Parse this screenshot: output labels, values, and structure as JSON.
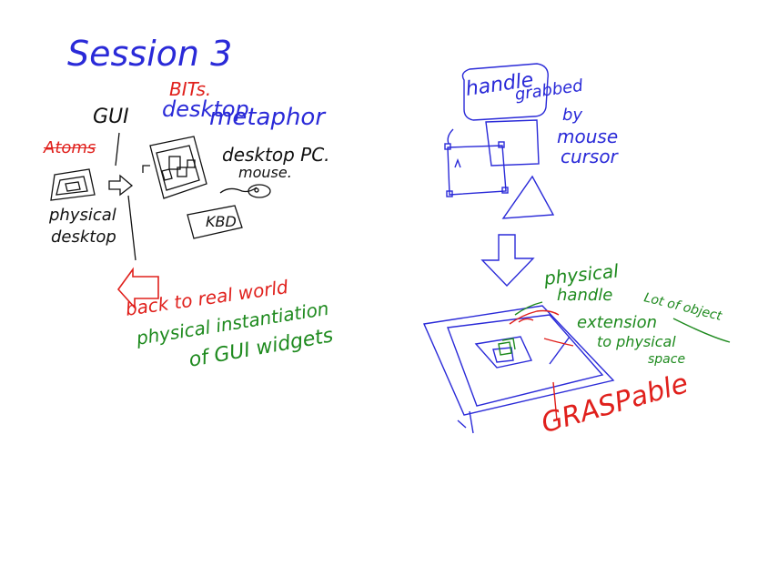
{
  "title": "Session 3",
  "left": {
    "bits": "BITs.",
    "desktop": "desktop",
    "metaphor": "metaphor",
    "gui": "GUI",
    "atoms": "Atoms",
    "desktop_pc": "desktop PC.",
    "mouse": "mouse.",
    "kbd": "KBD",
    "physical": "physical",
    "desktop2": "desktop",
    "back_to_real_world": "back to real world",
    "physical_instantiation": "physical instantiation",
    "of_gui_widgets": "of GUI widgets"
  },
  "right": {
    "handle": "handle",
    "grabbed": "grabbed",
    "by": "by",
    "mouse": "mouse",
    "cursor": "cursor",
    "physical": "physical",
    "handle2": "handle",
    "extension": "extension",
    "to_physical": "to physical",
    "space": "space",
    "lot_of_object": "Lot of object",
    "graspable": "GRASPable"
  },
  "colors": {
    "blue": "#2a2ad8",
    "black": "#111111",
    "red": "#e0201c",
    "green": "#1e8a1e"
  }
}
